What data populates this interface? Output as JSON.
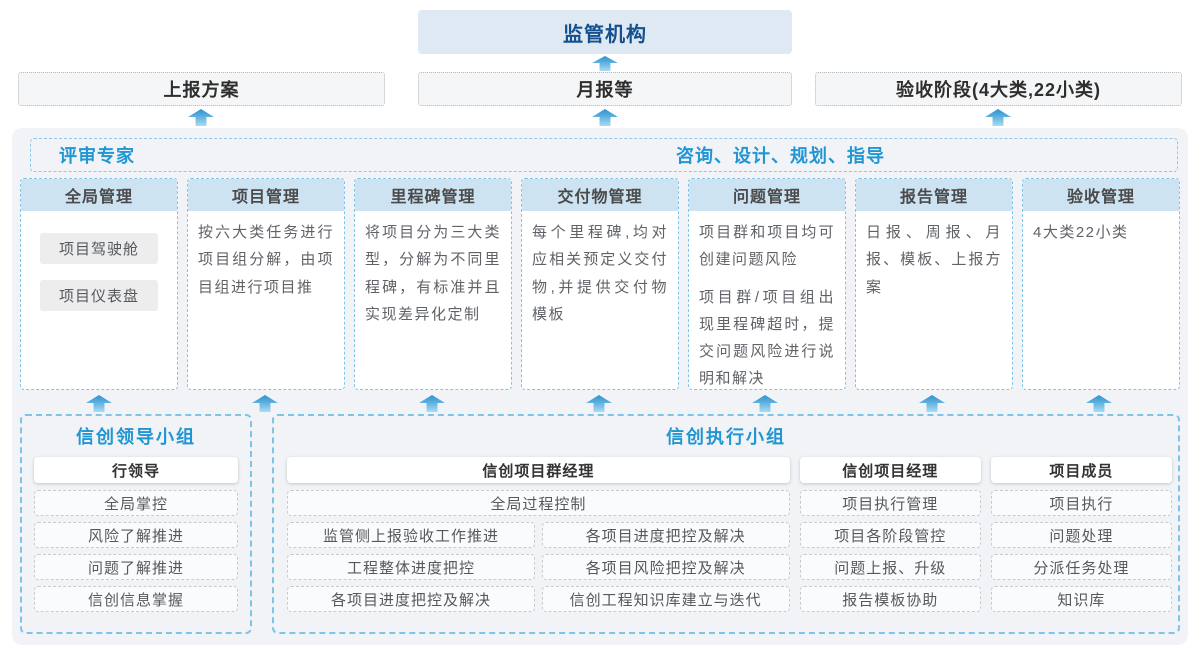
{
  "top": {
    "regulator": "监管机构",
    "report_plan": "上报方案",
    "monthly_report": "月报等",
    "acceptance_stage": "验收阶段(4大类,22小类)"
  },
  "middle": {
    "left_title": "评审专家",
    "right_title": "咨询、设计、规划、指导",
    "columns": [
      {
        "header": "全局管理",
        "pills": [
          "项目驾驶舱",
          "项目仪表盘"
        ]
      },
      {
        "header": "项目管理",
        "paragraphs": [
          "按六大类任务进行项目组分解，由项目组进行项目推"
        ]
      },
      {
        "header": "里程碑管理",
        "paragraphs": [
          "将项目分为三大类型，分解为不同里程碑，有标准并且实现差异化定制"
        ]
      },
      {
        "header": "交付物管理",
        "paragraphs": [
          "每个里程碑,均对应相关预定义交付物,并提供交付物模板"
        ]
      },
      {
        "header": "问题管理",
        "paragraphs": [
          "项目群和项目均可创建问题风险",
          "项目群/项目组出现里程碑超时，提交问题风险进行说明和解决"
        ]
      },
      {
        "header": "报告管理",
        "paragraphs": [
          "日报、周报、月报、模板、上报方案"
        ]
      },
      {
        "header": "验收管理",
        "paragraphs": [
          "4大类22小类"
        ]
      }
    ]
  },
  "bottom": {
    "leader_group": {
      "title": "信创领导小组",
      "role": "行领导",
      "items": [
        "全局掌控",
        "风险了解推进",
        "问题了解推进",
        "信创信息掌握"
      ]
    },
    "exec_group": {
      "title": "信创执行小组",
      "program_manager": {
        "role": "信创项目群经理",
        "full_item": "全局过程控制",
        "grid_items": [
          "监管侧上报验收工作推进",
          "各项目进度把控及解决",
          "工程整体进度把控",
          "各项目风险把控及解决",
          "各项目进度把控及解决",
          "信创工程知识库建立与迭代"
        ]
      },
      "project_manager": {
        "role": "信创项目经理",
        "items": [
          "项目执行管理",
          "项目各阶段管控",
          "问题上报、升级",
          "报告模板协助"
        ]
      },
      "member": {
        "role": "项目成员",
        "items": [
          "项目执行",
          "问题处理",
          "分派任务处理",
          "知识库"
        ]
      }
    }
  },
  "colors": {
    "accent_blue": "#2196d3",
    "navy_text": "#15508f",
    "regulator_bg": "#dfe9f4",
    "column_header_bg": "#cde3f2",
    "dashed_blue_border": "#7fc3e8",
    "panel_bg": "#f1f3f6",
    "arrow_top": "#2d94cf",
    "arrow_bottom": "#a9dcf4"
  }
}
